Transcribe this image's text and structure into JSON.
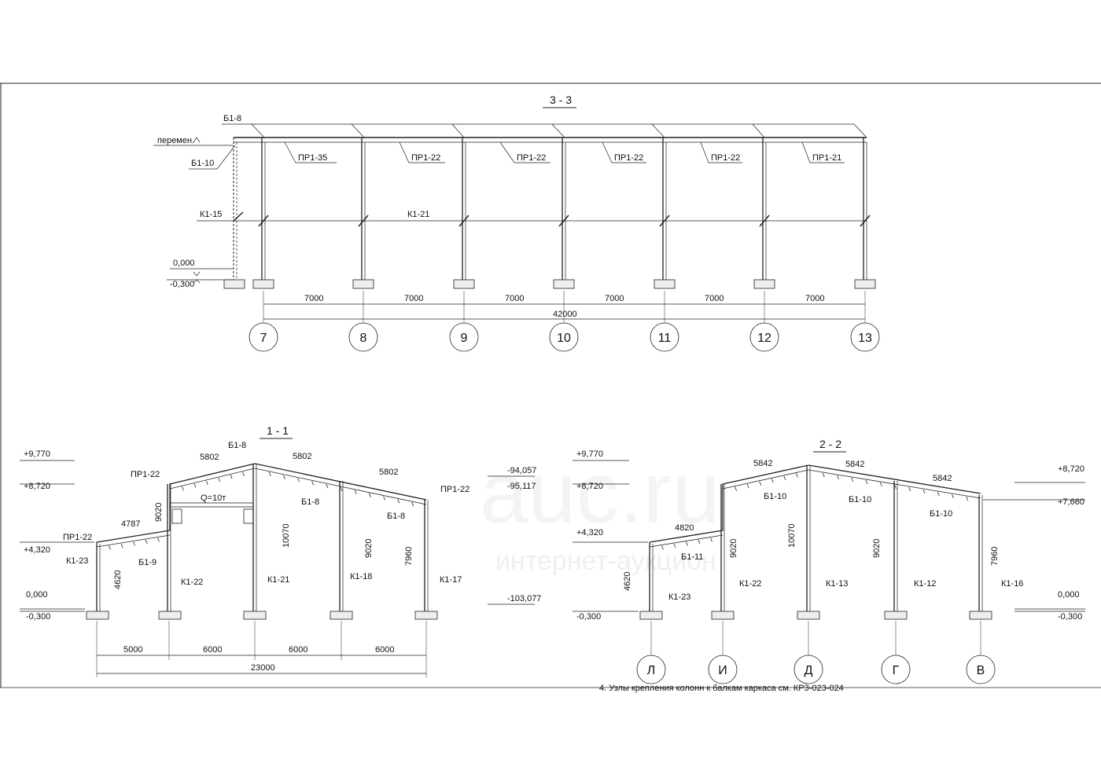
{
  "sections": {
    "s33": {
      "title": "3 - 3",
      "top_beam": "Б1-8",
      "side_beam": "Б1-10",
      "level_top": "перемен.",
      "level_zero": "0,000",
      "level_bottom": "-0,300",
      "column_label_1": "К1-15",
      "column_label_2": "К1-21",
      "purlins": [
        "ПР1-35",
        "ПР1-22",
        "ПР1-22",
        "ПР1-22",
        "ПР1-22",
        "ПР1-21"
      ],
      "spans": [
        "7000",
        "7000",
        "7000",
        "7000",
        "7000",
        "7000"
      ],
      "total": "42000",
      "axes": [
        "7",
        "8",
        "9",
        "10",
        "11",
        "12",
        "13"
      ]
    },
    "s11": {
      "title": "1 - 1",
      "levels": [
        "+9,770",
        "+8,720",
        "+4,320",
        "0,000",
        "-0,300"
      ],
      "right_levels": [
        "-94,057",
        "-95,117",
        "-103,077"
      ],
      "top_beam": "Б1-8",
      "rafter_lengths": [
        "5802",
        "5802",
        "5802",
        "4787"
      ],
      "purlins": [
        "ПР1-22",
        "ПР1-22",
        "ПР1-22"
      ],
      "beams": [
        "Б1-8",
        "Б1-8",
        "Б1-9"
      ],
      "crane": "Q=10т",
      "heights": [
        "9020",
        "10070",
        "9020",
        "7960",
        "4620"
      ],
      "columns": [
        "К1-23",
        "К1-22",
        "К1-21",
        "К1-18",
        "К1-17"
      ],
      "spans": [
        "5000",
        "6000",
        "6000",
        "6000"
      ],
      "total": "23000"
    },
    "s22": {
      "title": "2 - 2",
      "levels": [
        "+9,770",
        "+8,720",
        "+4,320",
        "-0,300"
      ],
      "right_levels": [
        "+8,720",
        "+7,660",
        "0,000",
        "-0,300"
      ],
      "rafter_lengths": [
        "5842",
        "5842",
        "5842",
        "4820"
      ],
      "beams": [
        "Б1-10",
        "Б1-10",
        "Б1-10",
        "Б1-11"
      ],
      "heights": [
        "9020",
        "10070",
        "9020",
        "7960",
        "4620"
      ],
      "columns": [
        "К1-23",
        "К1-22",
        "К1-13",
        "К1-12",
        "К1-16"
      ],
      "axes": [
        "Л",
        "И",
        "Д",
        "Г",
        "В"
      ],
      "note": "4. Узлы крепления колонн к балкам каркаса см. КР3-023-024"
    }
  },
  "watermark": {
    "logo": "auc.ru",
    "text": "интернет-аукцион"
  }
}
